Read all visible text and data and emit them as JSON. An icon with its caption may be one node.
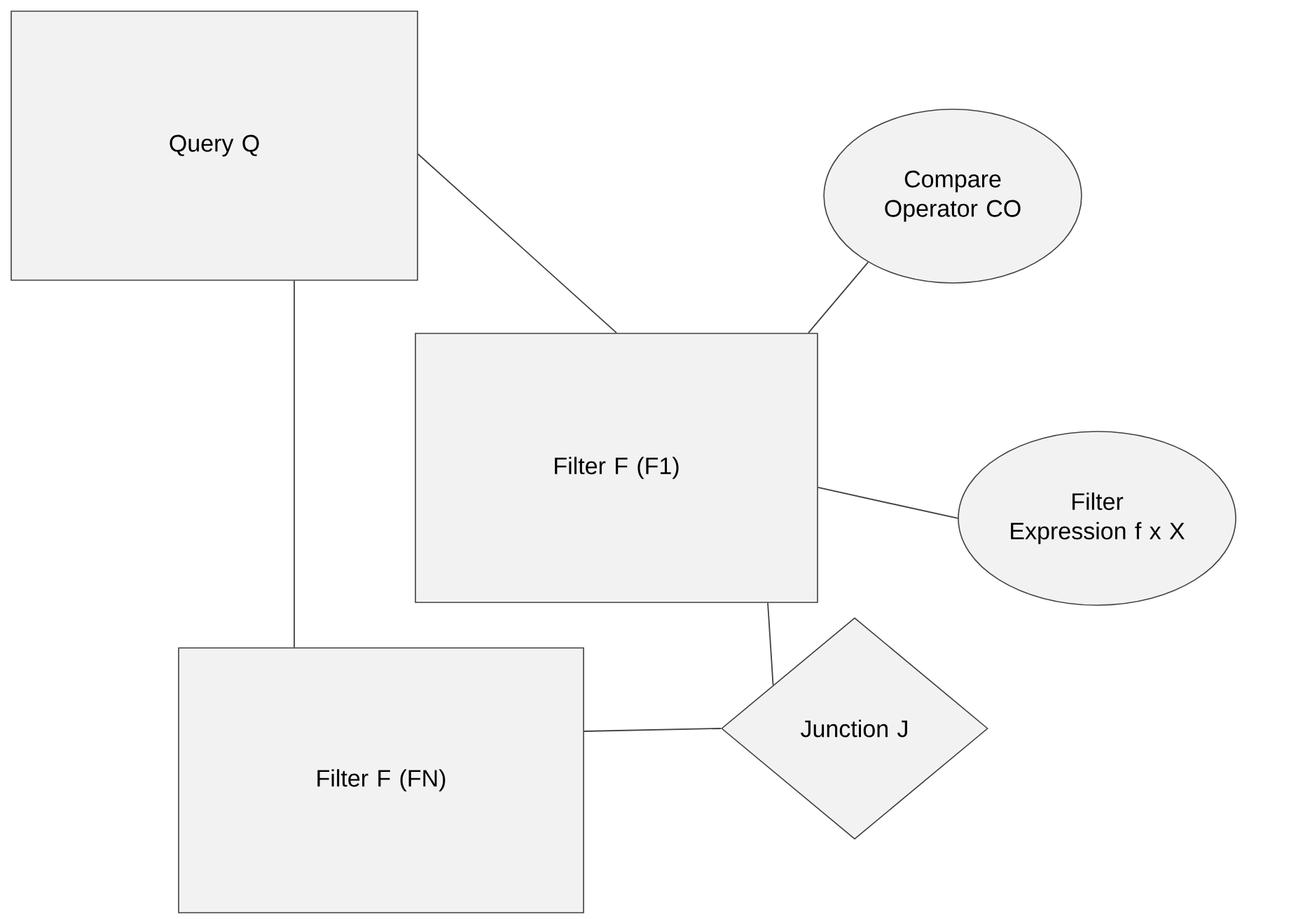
{
  "diagram": {
    "nodes": [
      {
        "text": [
          "Query Q"
        ]
      },
      {
        "text": [
          "Compare Operator CO"
        ]
      },
      {
        "text": [
          "Filter F (F1)"
        ]
      },
      {
        "text": [
          "Filter Expression f x X"
        ]
      },
      {
        "text": [
          "Filter F (FN)"
        ]
      },
      {
        "text": [
          "Junction J"
        ]
      }
    ],
    "edges": [
      {
        "from": 0,
        "to": 2,
        "arrow": "none"
      },
      {
        "from": 2,
        "to": 1,
        "arrow": "none"
      },
      {
        "from": 2,
        "to": 3,
        "arrow": "none"
      },
      {
        "from": 0,
        "to": 4,
        "arrow": "none"
      },
      {
        "from": 2,
        "to": 5,
        "arrow": "none"
      },
      {
        "from": 4,
        "to": 5,
        "arrow": "none"
      }
    ]
  }
}
